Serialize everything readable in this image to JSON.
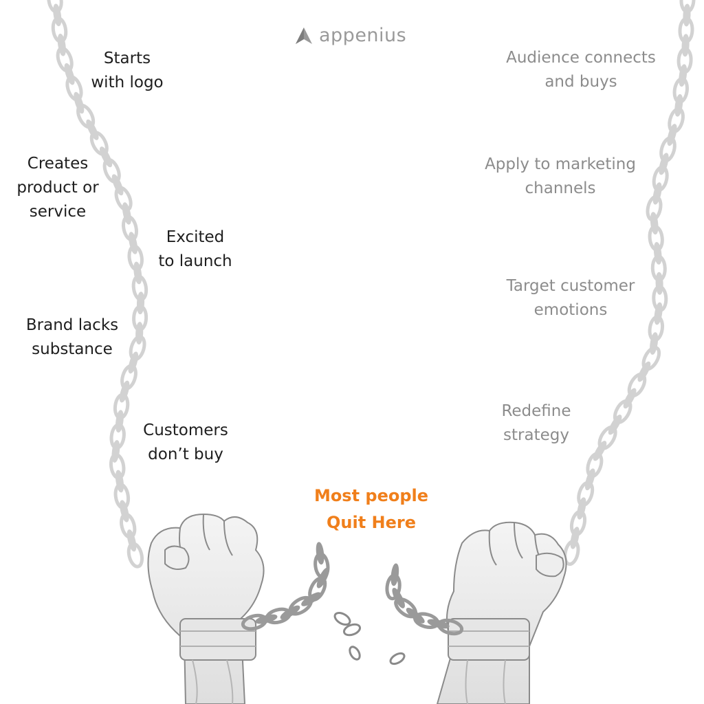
{
  "brand": {
    "name": "appenius",
    "logo_icon": "a-mark-icon",
    "color": "#9a9a9a"
  },
  "left_steps": [
    "Starts\nwith logo",
    "Creates\nproduct or\nservice",
    "Excited\nto launch",
    "Brand lacks\nsubstance",
    "Customers\ndon’t buy"
  ],
  "right_steps": [
    "Audience connects\nand buys",
    "Apply to marketing\nchannels",
    "Target customer\nemotions",
    "Redefine\nstrategy"
  ],
  "callout": {
    "text": "Most people\nQuit Here",
    "color": "#f07f1b"
  },
  "illustration": {
    "left": "raised-fist-with-broken-chain",
    "right": "raised-fist-with-broken-chain",
    "chain_color": "#d2d2d2"
  }
}
